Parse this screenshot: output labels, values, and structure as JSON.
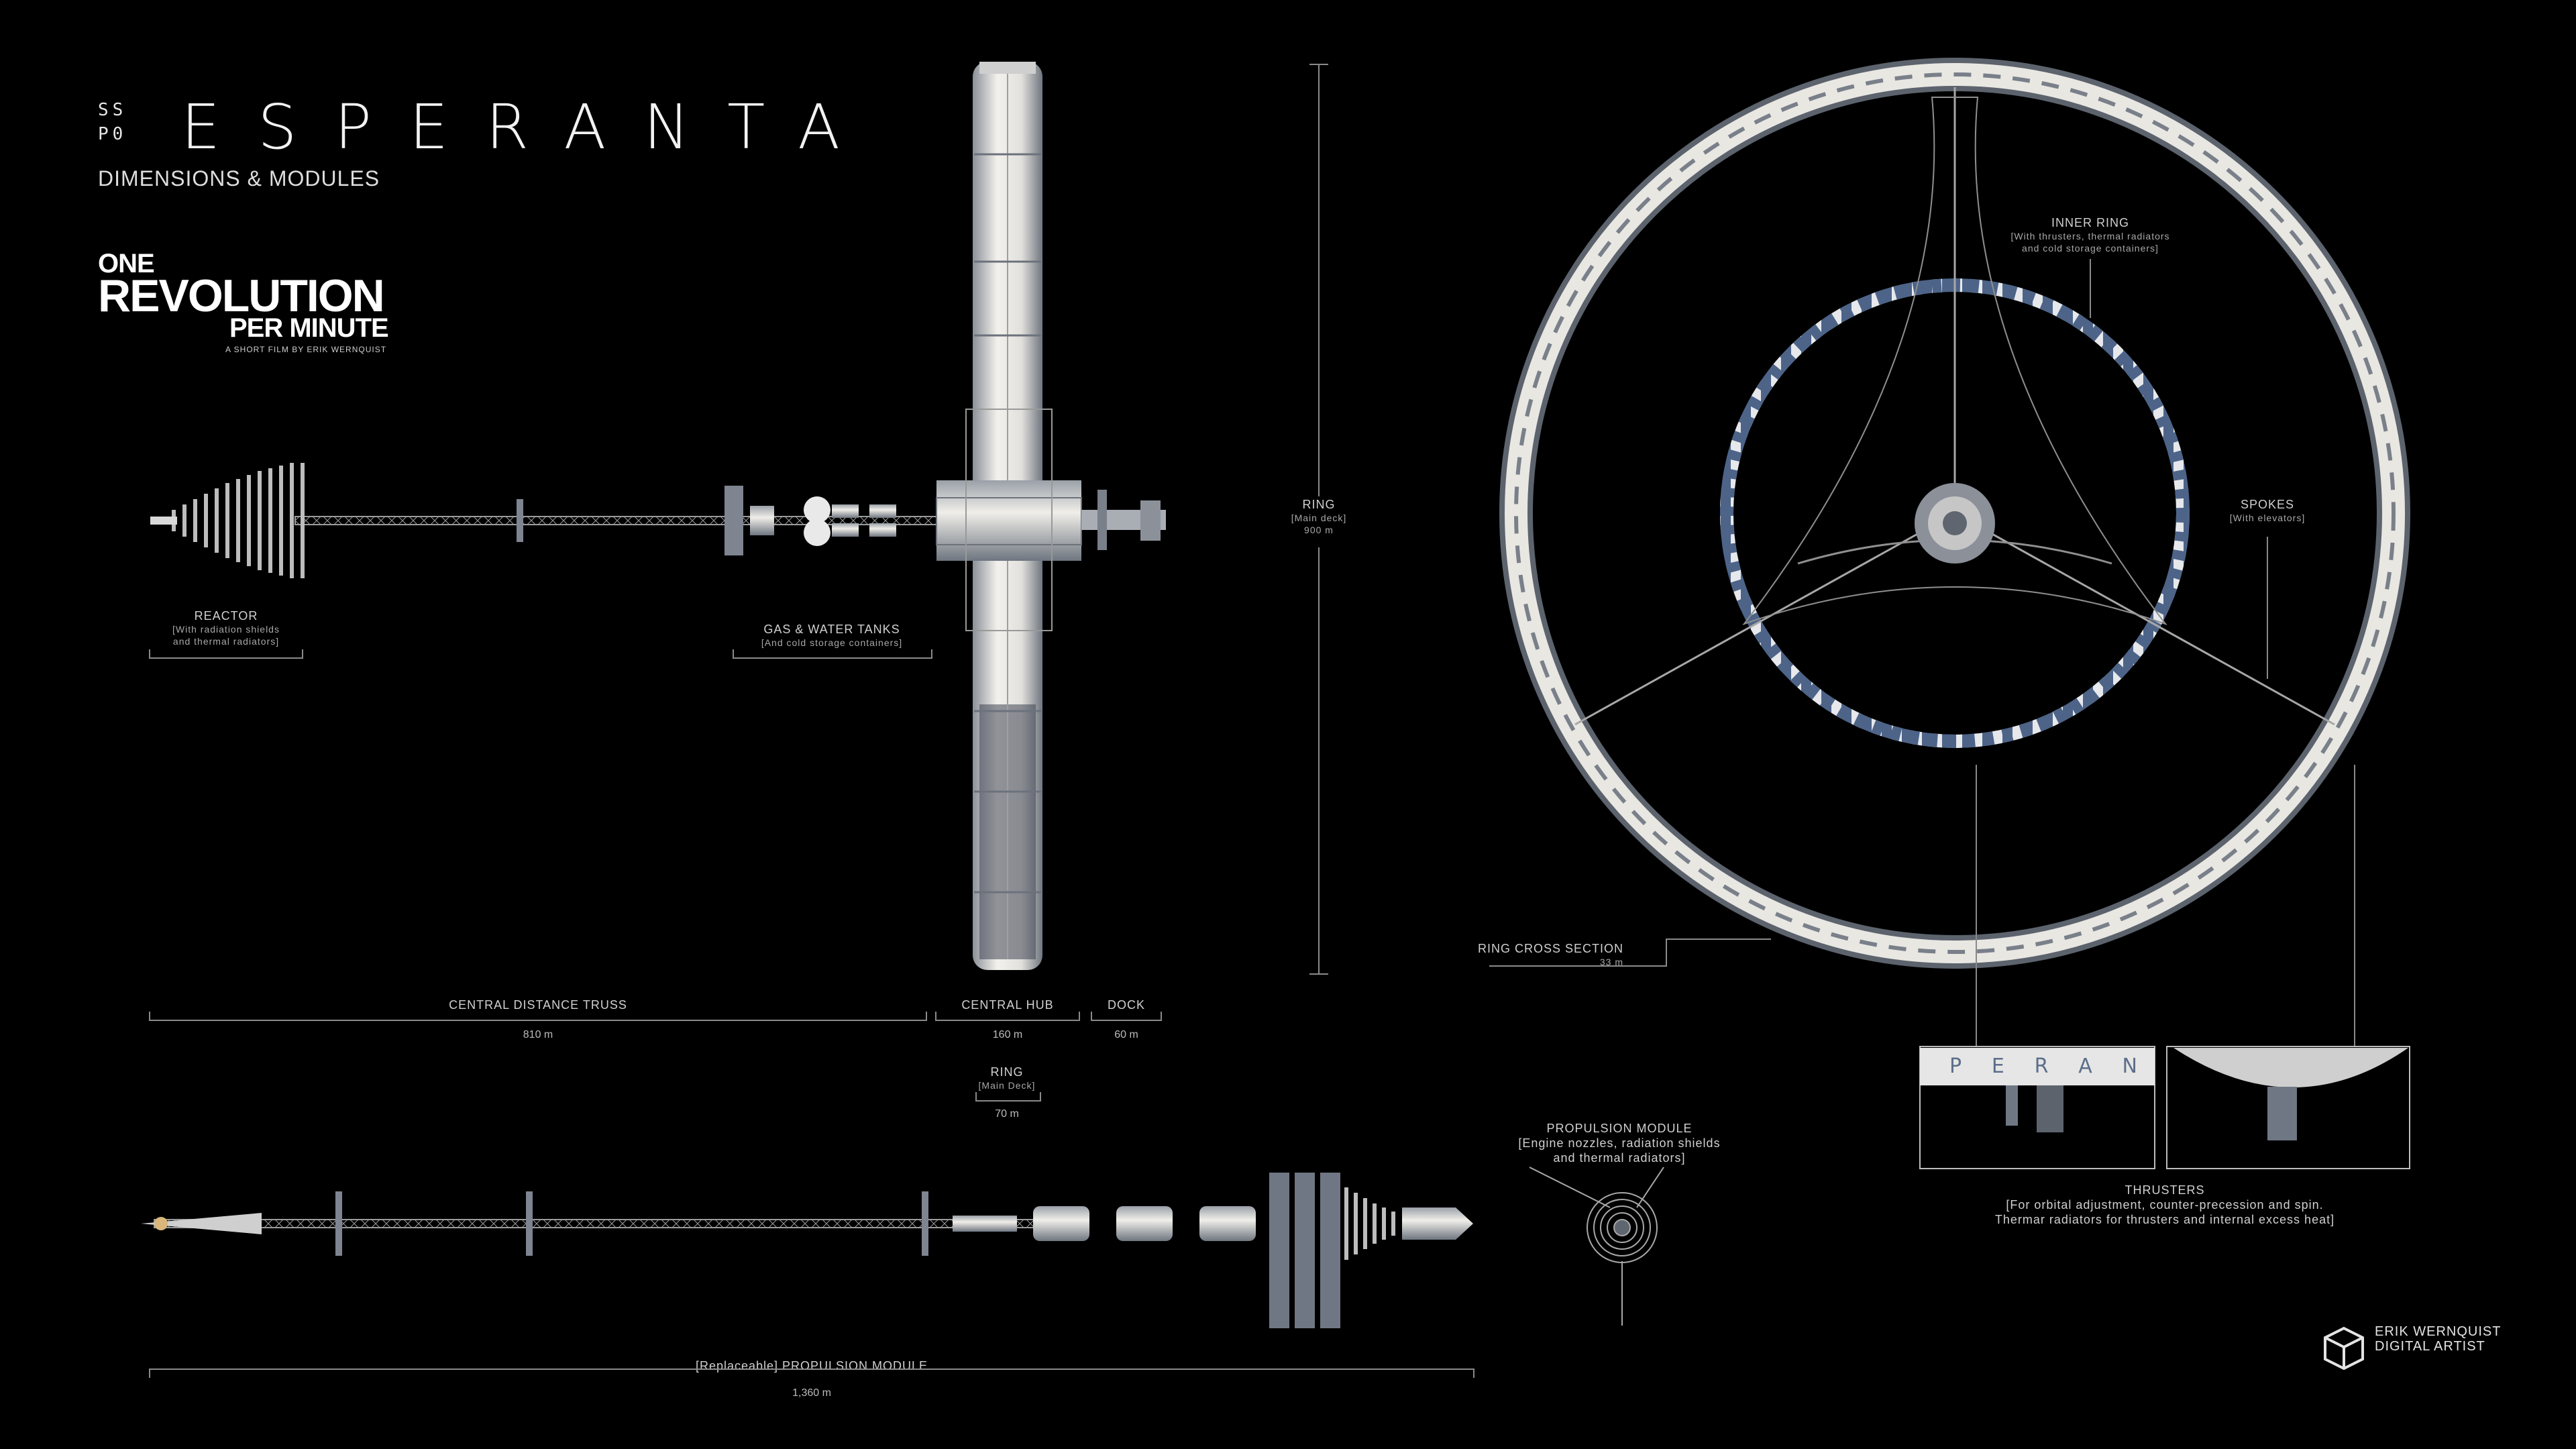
{
  "header": {
    "code": "SSP0",
    "title": "ESPERANTA",
    "subtitle": "DIMENSIONS & MODULES"
  },
  "film_logo": {
    "line1": "ONE",
    "line2": "REVOLUTION",
    "line3": "PER MINUTE",
    "credit": "A SHORT FILM BY ERIK WERNQUIST"
  },
  "side_view": {
    "reactor": {
      "title": "REACTOR",
      "note_1": "[With radiation shields",
      "note_2": "and thermal radiators]"
    },
    "tanks": {
      "title": "GAS & WATER TANKS",
      "note": "[And cold storage containers]"
    },
    "ring_main": {
      "title": "RING",
      "note": "[Main deck]",
      "value": "900 m"
    },
    "truss": {
      "title": "CENTRAL DISTANCE TRUSS",
      "value": "810 m"
    },
    "hub": {
      "title": "CENTRAL HUB",
      "value": "160 m"
    },
    "dock": {
      "title": "DOCK",
      "value": "60 m"
    },
    "ring_deck": {
      "title": "RING",
      "note": "[Main Deck]",
      "value": "70 m"
    }
  },
  "ring_view": {
    "inner_ring": {
      "title": "INNER RING",
      "note_1": "[With thrusters, thermal radiators",
      "note_2": "and cold storage containers]"
    },
    "spokes": {
      "title": "SPOKES",
      "note": "[With elevators]"
    },
    "cross_section": {
      "title": "RING CROSS SECTION",
      "value": "33 m"
    },
    "thrusters": {
      "title": "THRUSTERS",
      "note_1": "[For orbital adjustment, counter-precession and spin.",
      "note_2": "Thermar radiators for thrusters and internal excess heat]",
      "ring_letters": [
        "P",
        "E",
        "R",
        "A",
        "N"
      ]
    }
  },
  "propulsion": {
    "module_title": "PROPULSION MODULE",
    "module_note_1": "[Engine nozzles, radiation shields",
    "module_note_2": "and thermal radiators]",
    "bottom_title": "[Replaceable] PROPULSION MODULE",
    "bottom_value": "1,360 m"
  },
  "brand": {
    "line1": "ERIK WERNQUIST",
    "line2": "DIGITAL ARTIST"
  },
  "colors": {
    "background": "#000000",
    "hull": "#e8e6e2",
    "hull_shadow": "#7f8690",
    "panel_blue": "#5a6e8a",
    "lines": "#8a8a8a"
  }
}
